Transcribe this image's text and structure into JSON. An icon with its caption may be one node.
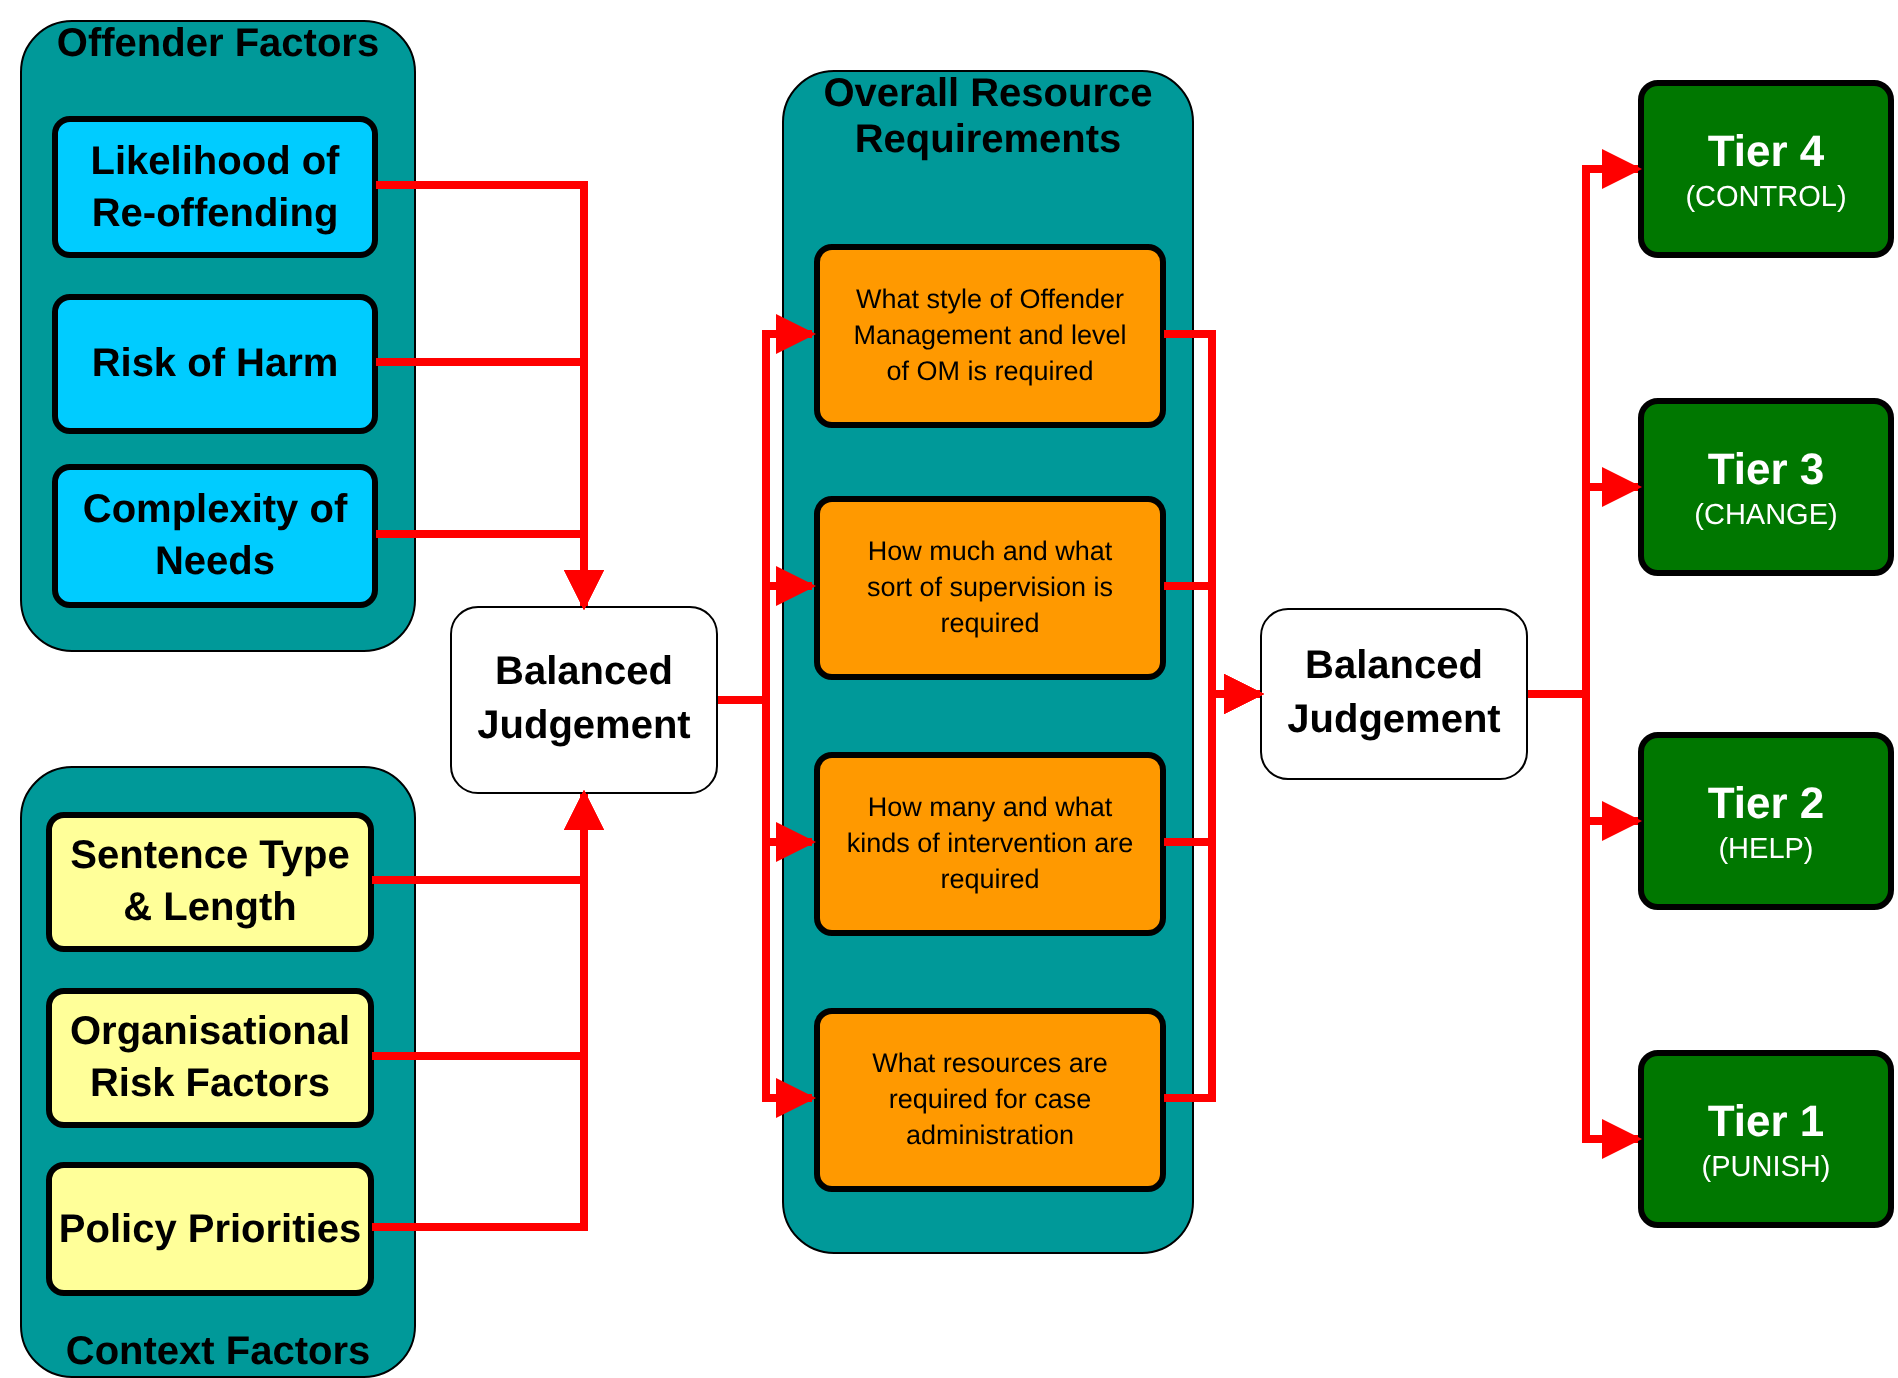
{
  "diagram": {
    "nodes": [
      {
        "text": [
          "Offender Factors"
        ]
      },
      {
        "text": [
          "Likelihood of Re-offending"
        ],
        "in": 0
      },
      {
        "text": [
          "Risk of Harm"
        ],
        "in": 0
      },
      {
        "text": [
          "Complexity of Needs"
        ],
        "in": 0
      },
      {
        "text": [
          "Context Factors"
        ]
      },
      {
        "text": [
          "Sentence Type & Length"
        ],
        "in": 4
      },
      {
        "text": [
          "Organisational Risk Factors"
        ],
        "in": 4
      },
      {
        "text": [
          "Policy Priorities"
        ],
        "in": 4
      },
      {
        "text": [
          "Balanced Judgement"
        ]
      },
      {
        "text": [
          "Overall Resource Requirements"
        ]
      },
      {
        "text": [
          "What style of Offender Management and level of OM is required"
        ],
        "in": 9
      },
      {
        "text": [
          "How much and what sort of supervision is required"
        ],
        "in": 9
      },
      {
        "text": [
          "How many and what kinds of intervention are required"
        ],
        "in": 9
      },
      {
        "text": [
          "What resources are required for case administration"
        ],
        "in": 9
      },
      {
        "text": [
          "Balanced Judgement"
        ]
      },
      {
        "text": [
          "Tier 4",
          "(CONTROL)"
        ]
      },
      {
        "text": [
          "Tier 3",
          "(CHANGE)"
        ]
      },
      {
        "text": [
          "Tier 2",
          "(HELP)"
        ]
      },
      {
        "text": [
          "Tier 1",
          "(PUNISH)"
        ]
      }
    ],
    "edges": [
      {
        "from": 1,
        "to": 8,
        "arrow": "to"
      },
      {
        "from": 2,
        "to": 8,
        "arrow": "to"
      },
      {
        "from": 3,
        "to": 8,
        "arrow": "to"
      },
      {
        "from": 5,
        "to": 8,
        "arrow": "to"
      },
      {
        "from": 6,
        "to": 8,
        "arrow": "to"
      },
      {
        "from": 7,
        "to": 8,
        "arrow": "to"
      },
      {
        "from": 8,
        "to": 10,
        "arrow": "to"
      },
      {
        "from": 8,
        "to": 11,
        "arrow": "to"
      },
      {
        "from": 8,
        "to": 12,
        "arrow": "to"
      },
      {
        "from": 8,
        "to": 13,
        "arrow": "to"
      },
      {
        "from": 10,
        "to": 14,
        "arrow": "to"
      },
      {
        "from": 11,
        "to": 14,
        "arrow": "to"
      },
      {
        "from": 12,
        "to": 14,
        "arrow": "to"
      },
      {
        "from": 13,
        "to": 14,
        "arrow": "to"
      },
      {
        "from": 14,
        "to": 15,
        "arrow": "to"
      },
      {
        "from": 14,
        "to": 16,
        "arrow": "to"
      },
      {
        "from": 14,
        "to": 17,
        "arrow": "to"
      },
      {
        "from": 14,
        "to": 18,
        "arrow": "to"
      }
    ]
  }
}
